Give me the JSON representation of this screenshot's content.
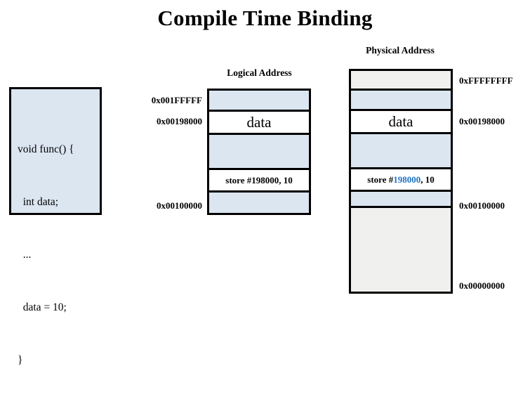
{
  "slide": {
    "title": "Compile Time Binding"
  },
  "code_box": {
    "name": "source-code",
    "lines": [
      "void func() {",
      "  int data;",
      "  ...",
      "  data = 10;",
      "}"
    ]
  },
  "logical": {
    "heading": "Logical Address",
    "rows": [
      {
        "label": "",
        "fill": "blue",
        "kind": "empty"
      },
      {
        "label": "data",
        "fill": "white",
        "kind": "data"
      },
      {
        "label": "",
        "fill": "blue",
        "kind": "empty"
      },
      {
        "label": "store #198000, 10",
        "fill": "white",
        "kind": "store",
        "store_prefix": "store #",
        "store_addr": "198000",
        "store_suffix": ", 10"
      },
      {
        "label": "",
        "fill": "blue",
        "kind": "empty"
      }
    ],
    "addresses": [
      {
        "name": "top",
        "value": "0x001FFFFF"
      },
      {
        "name": "data",
        "value": "0x00198000"
      },
      {
        "name": "bottom",
        "value": "0x00100000"
      }
    ]
  },
  "physical": {
    "heading": "Physical Address",
    "rows": [
      {
        "label": "",
        "fill": "gray",
        "kind": "empty"
      },
      {
        "label": "",
        "fill": "blue",
        "kind": "empty"
      },
      {
        "label": "data",
        "fill": "white",
        "kind": "data"
      },
      {
        "label": "",
        "fill": "blue",
        "kind": "empty"
      },
      {
        "label": "store #198000, 10",
        "fill": "white",
        "kind": "store",
        "store_prefix": "store #",
        "store_addr": "198000",
        "store_suffix": ", 10"
      },
      {
        "label": "",
        "fill": "blue",
        "kind": "empty"
      },
      {
        "label": "",
        "fill": "gray",
        "kind": "empty"
      }
    ],
    "addresses": [
      {
        "name": "top",
        "value": "0xFFFFFFFF"
      },
      {
        "name": "data",
        "value": "0x00198000"
      },
      {
        "name": "base",
        "value": "0x00100000"
      },
      {
        "name": "zero",
        "value": "0x00000000"
      }
    ]
  },
  "colors": {
    "fill_blue": "#dce6f1",
    "fill_gray": "#f0f0ee",
    "fill_white": "#ffffff",
    "border": "#000000",
    "highlight_blue": "#2073c4",
    "background": "#ffffff"
  }
}
